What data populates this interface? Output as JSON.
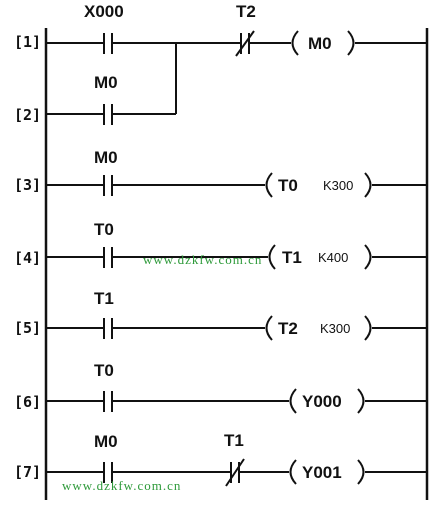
{
  "rungs": [
    {
      "number": "[1]",
      "contact_label": "X000",
      "contact2_label": "T2",
      "coil_label": "M0",
      "coil_constant": ""
    },
    {
      "number": "[2]",
      "contact_label": "M0"
    },
    {
      "number": "[3]",
      "contact_label": "M0",
      "coil_label": "T0",
      "coil_constant": "K300"
    },
    {
      "number": "[4]",
      "contact_label": "T0",
      "coil_label": "T1",
      "coil_constant": "K400"
    },
    {
      "number": "[5]",
      "contact_label": "T1",
      "coil_label": "T2",
      "coil_constant": "K300"
    },
    {
      "number": "[6]",
      "contact_label": "T0",
      "coil_label": "Y000",
      "coil_constant": ""
    },
    {
      "number": "[7]",
      "contact_label": "M0",
      "contact2_label": "T1",
      "coil_label": "Y001",
      "coil_constant": ""
    }
  ],
  "watermarks": [
    "www.dzkfw.com.cn",
    "www.dzkfw.com.cn"
  ],
  "colors": {
    "ink": "#111111",
    "watermark": "#2e9a3a"
  }
}
